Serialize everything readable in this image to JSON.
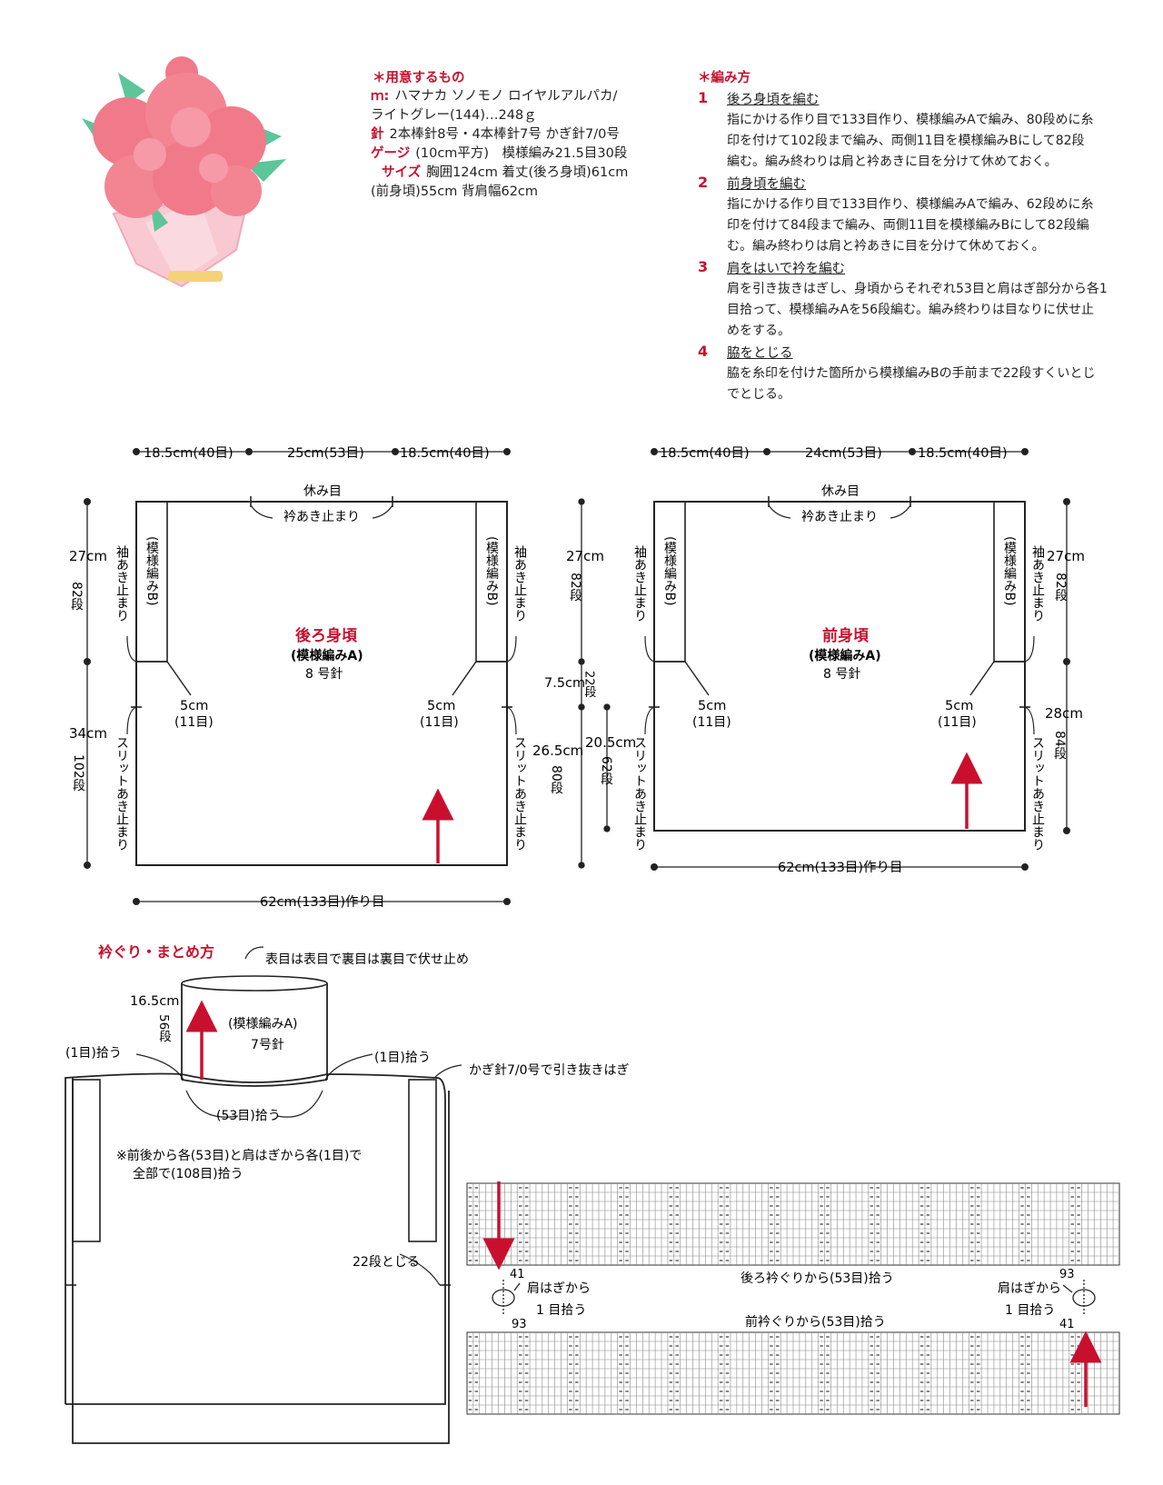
{
  "materials": {
    "header": "＊用意するもの",
    "yarn_label": "ｍ:",
    "yarn_line1": "ハマナカ ソノモノ ロイヤルアルパカ/",
    "yarn_line2": "ライトグレー(144)…248ｇ",
    "needle_label": "針",
    "needle": "2本棒針8号・4本棒針7号 かぎ針7/0号",
    "gauge_label": "ゲージ",
    "gauge": "(10cm平方)　模様編み21.5目30段",
    "size_label": "サイズ",
    "size_line1": "胸囲124cm 着丈(後ろ身頃)61cm",
    "size_line2": "(前身頃)55cm 背肩幅62cm"
  },
  "instructions": {
    "header": "＊編み方",
    "steps": [
      {
        "num": "1",
        "title": "後ろ身頃を編む",
        "lines": [
          "指にかける作り目で133目作り、模様編みAで編み、80段めに糸",
          "印を付けて102段まで編み、両側11目を模様編みBにして82段",
          "編む。編み終わりは肩と衿あきに目を分けて休めておく。"
        ]
      },
      {
        "num": "2",
        "title": "前身頃を編む",
        "lines": [
          "指にかける作り目で133目作り、模様編みAで編み、62段めに糸",
          "印を付けて84段まで編み、両側11目を模様編みBにして82段編",
          "む。編み終わりは肩と衿あきに目を分けて休めておく。"
        ]
      },
      {
        "num": "3",
        "title": "肩をはいで衿を編む",
        "lines": [
          "肩を引き抜きはぎし、身頃からそれぞれ53目と肩はぎ部分から各1",
          "目拾って、模様編みAを56段編む。編み終わりは目なりに伏せ止",
          "めをする。"
        ]
      },
      {
        "num": "4",
        "title": "脇をとじる",
        "lines": [
          "脇を糸印を付けた箇所から模様編みBの手前まで22段すくいとじ",
          "でとじる。"
        ]
      }
    ]
  },
  "back": {
    "top_left": "18.5cm(40目)",
    "top_center": "25cm(53目)",
    "top_right": "18.5cm(40目)",
    "rest": "休み目",
    "neck_stop": "衿あき止まり",
    "left_h1": "27cm",
    "left_rows1": "82段",
    "left_h2": "34cm",
    "left_rows2": "102段",
    "armhole": "袖あき止まり",
    "pattern_b": "(模様編みB)",
    "title": "後ろ身頃",
    "pattern_a": "(模様編みA)",
    "needle": "8 号針",
    "side_w": "5cm",
    "side_sts": "(11目)",
    "slit": "スリットあき止まり",
    "bottom": "62cm(133目)作り目"
  },
  "middle": {
    "h1": "27cm",
    "rows1": "82段",
    "h_diff": "7.5cm",
    "rows_diff": "22段",
    "h2": "26.5cm",
    "rows2": "80段",
    "h3": "20.5cm",
    "rows3": "62段"
  },
  "front": {
    "top_left": "18.5cm(40目)",
    "top_center": "24cm(53目)",
    "top_right": "18.5cm(40目)",
    "rest": "休み目",
    "neck_stop": "衿あき止まり",
    "right_h1": "27cm",
    "right_rows1": "82段",
    "right_h2": "28cm",
    "right_rows2": "84段",
    "armhole": "袖あき止まり",
    "pattern_b": "(模様編みB)",
    "title": "前身頃",
    "pattern_a": "(模様編みA)",
    "needle": "8 号針",
    "side_w": "5cm",
    "side_sts": "(11目)",
    "slit": "スリットあき止まり",
    "bottom": "62cm(133目)作り目"
  },
  "collar": {
    "title": "衿ぐり・まとめ方",
    "bindoff": "表目は表目で裏目は裏目で伏せ止め",
    "height": "16.5cm",
    "rows": "56段",
    "pattern": "(模様編みA)",
    "needle": "7号針",
    "pick1": "(1目)拾う",
    "pick1_right": "(1目)拾う",
    "crochet": "かぎ針7/0号で引き抜きはぎ",
    "pick53": "(53目)拾う",
    "note1": "※前後から各(53目)と肩はぎから各(1目)で",
    "note2": "全部で(108目)拾う",
    "seam": "22段とじる"
  },
  "chart": {
    "n41_top": "41",
    "n93_top": "93",
    "back_pick": "後ろ衿ぐりから(53目)拾う",
    "shoulder_left1": "肩はぎから",
    "shoulder_left2": "1 目拾う",
    "shoulder_right1": "肩はぎから",
    "shoulder_right2": "1 目拾う",
    "front_pick": "前衿ぐりから(53目)拾う",
    "n93_bottom": "93",
    "n41_bottom": "41"
  },
  "colors": {
    "accent": "#c8102e",
    "line": "#222222",
    "flower": "#f07a8a",
    "leaf": "#5cc59a",
    "wrap": "#f9c9d2"
  }
}
